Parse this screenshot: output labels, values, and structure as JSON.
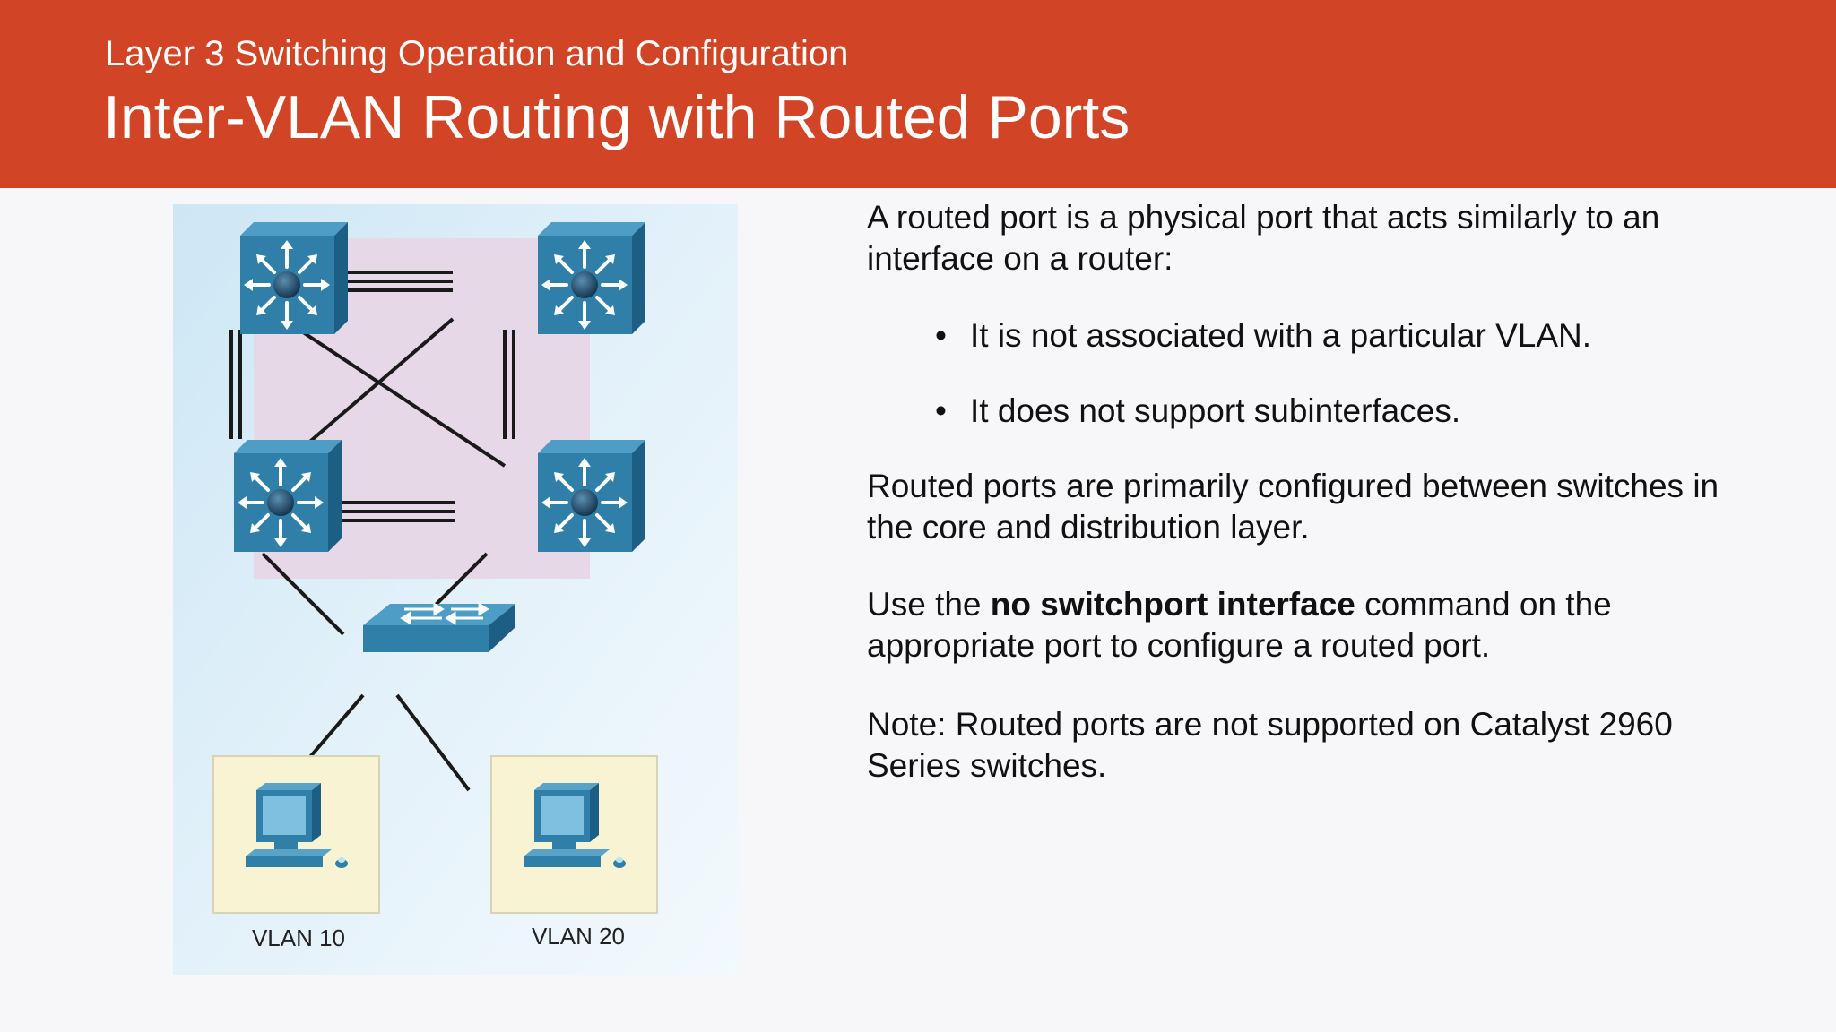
{
  "header": {
    "subtitle": "Layer 3 Switching Operation and Configuration",
    "title": "Inter-VLAN Routing with Routed Ports"
  },
  "diagram": {
    "vlan_left": "VLAN 10",
    "vlan_right": "VLAN 20"
  },
  "content": {
    "intro": "A routed port is a physical port that acts similarly to an interface on a router:",
    "bullets": [
      "It is not associated with a particular VLAN.",
      "It does not support subinterfaces."
    ],
    "para2": "Routed ports are primarily configured between switches in the core and distribution layer.",
    "para3_before": "Use the ",
    "para3_bold": "no switchport interface",
    "para3_after": " command on the appropriate port to configure a routed port.",
    "note": "Note: Routed ports are not supported on Catalyst 2960 Series switches."
  },
  "colors": {
    "header_bg": "#d14425",
    "switch_blue": "#2f7fa8",
    "pink_area": "#e7d8e8",
    "pc_panel": "#f7f3d3"
  }
}
